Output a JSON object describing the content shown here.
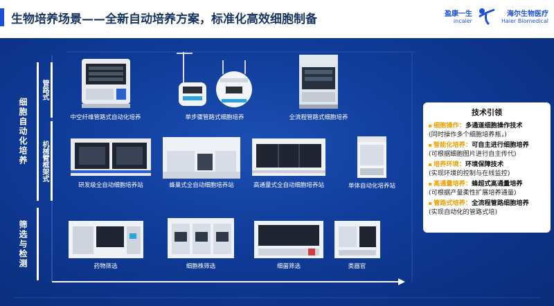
{
  "header": {
    "title_main": "生物培养场景",
    "title_sub": "——全新自动培养方案，标准化高效细胞制备",
    "logo1_cn": "盈康一生",
    "logo1_en": "incaier",
    "logo2_cn": "海尔生物医疗",
    "logo2_en": "Haier Biomedical"
  },
  "axis": {
    "culture": "细胞自动化培养",
    "pipeline": "管路式",
    "mechanical": "机械臂框架式",
    "screening": "筛选与检测"
  },
  "devices": {
    "row1": [
      "中空纤维管路式自动化培养",
      "单步骤管路式细胞培养",
      "全流程管路式细胞培养"
    ],
    "row2": [
      "研发级全自动细胞培养站",
      "蜂巢式全自动细胞培养站",
      "高通量式全自动细胞培养站",
      "单体自动化培养站"
    ],
    "row3": [
      "药物筛选",
      "细胞株筛选",
      "细菌筛选",
      "类器官"
    ]
  },
  "tech": {
    "title": "技术引领",
    "items": [
      {
        "key": "细胞操作：",
        "bold": "多通道细胞操作技术",
        "rest": "(同时操作多个细胞培养瓶，)"
      },
      {
        "key": "智能化培养：",
        "bold": "可自主进行细胞培养",
        "rest": "(可根据细胞图片进行自主传代)"
      },
      {
        "key": "培养环境：",
        "bold": "环境保障技术",
        "rest": "(实现环境的控制与在线监控)"
      },
      {
        "key": "高通量培养：",
        "bold": "蜂超式高通量培养",
        "rest": "(可根据产量柔性扩展培养通量)"
      },
      {
        "key": "管路式培养：",
        "bold": "全流程管路细胞培养",
        "rest": "(实现自动化的管路式培)"
      }
    ]
  },
  "colors": {
    "accent": "#1a4fd6",
    "stage": "#0f3b98",
    "highlight": "#e9a20b"
  }
}
